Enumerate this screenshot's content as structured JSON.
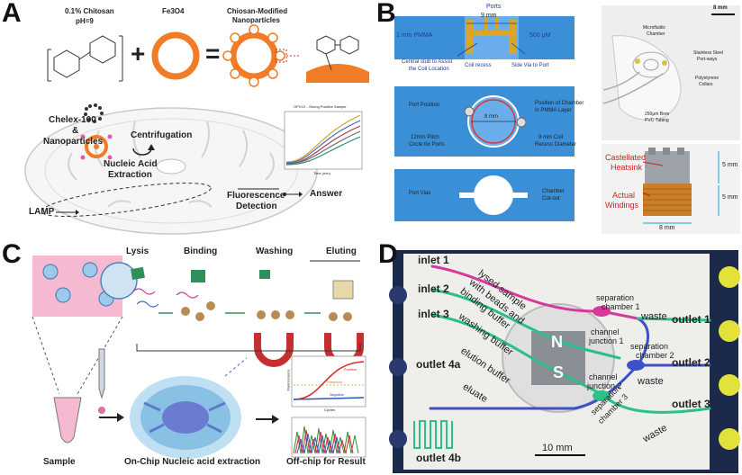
{
  "panels": {
    "a": {
      "label": "A",
      "chitosan": "0.1% Chitosan",
      "ph": "pH=9",
      "fe3o4": "Fe3O4",
      "np_line1": "Chiosan-Modified",
      "np_line2": "Nanoparticles",
      "plus": "+",
      "equals": "=",
      "chelex_line1": "Chelex-100",
      "chelex_line2": "&",
      "chelex_line3": "Nanoparticles",
      "centrifugation": "Centrifugation",
      "extraction_line1": "Nucleic Acid",
      "extraction_line2": "Extraction",
      "lamp": "LAMP",
      "fluorescence_line1": "Fluorescence",
      "fluorescence_line2": "Detection",
      "answer": "Answer",
      "plot_title": "OPV1X - Strong Positive Sample",
      "plot_xlabel": "Time (min)",
      "plot_ylabel": "Fluorescence (a.u.)"
    },
    "b": {
      "label": "B",
      "ports": "Ports",
      "pmma": "1 mm PMMA",
      "width9": "9 mm",
      "dim500": "500 μM",
      "stub_line1": "Central stub to Assist",
      "stub_line2": "the Coil Location",
      "coil_recess": "Coil recess",
      "side_via": "Side Via to Port",
      "port_position": "Port Position",
      "chamber_pos_line1": "Position of Chamber",
      "chamber_pos_line2": "in PMMA Layer",
      "dim8": "8 mm",
      "pitch_line1": "12mm Pitch",
      "pitch_line2": "Circle for Ports",
      "coil_line1": "9 mm Coil",
      "coil_line2": "Recess Diameter",
      "port_vias": "Port Vias",
      "chamber_cut_line1": "Chamber",
      "chamber_cut_line2": "Cut-out",
      "scale": "8 mm",
      "micro_chamber_line1": "Microfluidic",
      "micro_chamber_line2": "Chamber",
      "steel_line1": "Stainless Steel",
      "steel_line2": "Port-ways",
      "poly_line1": "Polystyrene",
      "poly_line2": "Collars",
      "pvc_line1": "250μm Bore",
      "pvc_line2": "PVC Tubing",
      "heatsink_line1": "Castellated",
      "heatsink_line2": "Heatsink",
      "windings_line1": "Actual",
      "windings_line2": "Windings",
      "dim5a": "5 mm",
      "dim5b": "5 mm",
      "dim8b": "8 mm"
    },
    "c": {
      "label": "C",
      "lysis": "Lysis",
      "binding": "Binding",
      "washing": "Washing",
      "eluting": "Eluting",
      "sample": "Sample",
      "onchip": "On-Chip Nucleic acid extraction",
      "offchip": "Off-chip for Result",
      "positive": "Positive",
      "threshold": "Threshold",
      "negative": "Negative",
      "cycles": "Cycles",
      "fluorescence": "Fluorescence"
    },
    "d": {
      "label": "D",
      "inlet1": "inlet 1",
      "inlet2": "inlet 2",
      "inlet3": "inlet 3",
      "outlet4a": "outlet 4a",
      "outlet4b": "outlet 4b",
      "lysed_line1": "lysed sample",
      "lysed_line2": "with beads and",
      "lysed_line3": "binding buffer",
      "washing_buffer": "washing buffer",
      "elution_buffer": "elution buffer",
      "eluate": "eluate",
      "sep1_line1": "separation",
      "sep1_line2": "chamber 1",
      "sep2_line1": "separation",
      "sep2_line2": "chamber 2",
      "sep3_line1": "separation",
      "sep3_line2": "chamber 3",
      "junction1_line1": "channel",
      "junction1_line2": "junction 1",
      "junction2_line1": "channel",
      "junction2_line2": "junction 2",
      "waste1": "waste",
      "waste2": "waste",
      "waste3": "waste",
      "outlet1": "outlet 1",
      "outlet2": "outlet 2",
      "outlet3": "outlet 3",
      "magnet_n": "N",
      "magnet_s": "S",
      "scale": "10 mm"
    }
  },
  "colors": {
    "orange": "#f07c28",
    "blue_chip": "#3a8fd6",
    "gold": "#d9a62a",
    "pink_channel": "#d7389b",
    "green_channel": "#2bbf8a",
    "blue_channel": "#3d4fc9",
    "chip_bg": "#f2f2ef"
  }
}
